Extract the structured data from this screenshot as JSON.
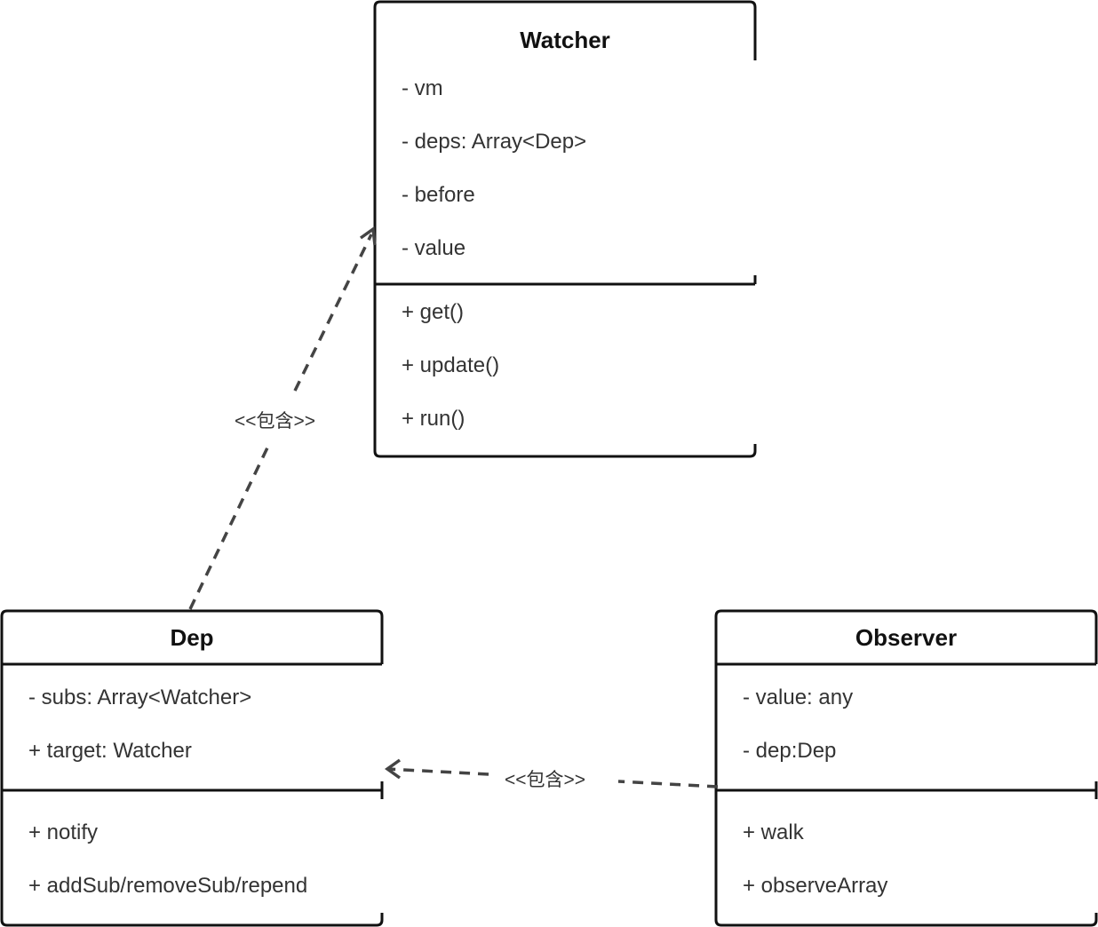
{
  "classes": {
    "watcher": {
      "name": "Watcher",
      "attributes": [
        "- vm",
        "- deps: Array<Dep>",
        "- before",
        "- value"
      ],
      "methods": [
        "+ get()",
        "+ update()",
        "+ run()"
      ]
    },
    "dep": {
      "name": "Dep",
      "attributes": [
        "- subs: Array<Watcher>",
        "+ target: Watcher"
      ],
      "methods": [
        "+ notify",
        "+ addSub/removeSub/repend"
      ]
    },
    "observer": {
      "name": "Observer",
      "attributes": [
        "- value: any",
        "- dep:Dep"
      ],
      "methods": [
        "+ walk",
        "+ observeArray"
      ]
    }
  },
  "relations": {
    "dep_to_watcher": "<<包含>>",
    "observer_to_dep": "<<包含>>"
  }
}
